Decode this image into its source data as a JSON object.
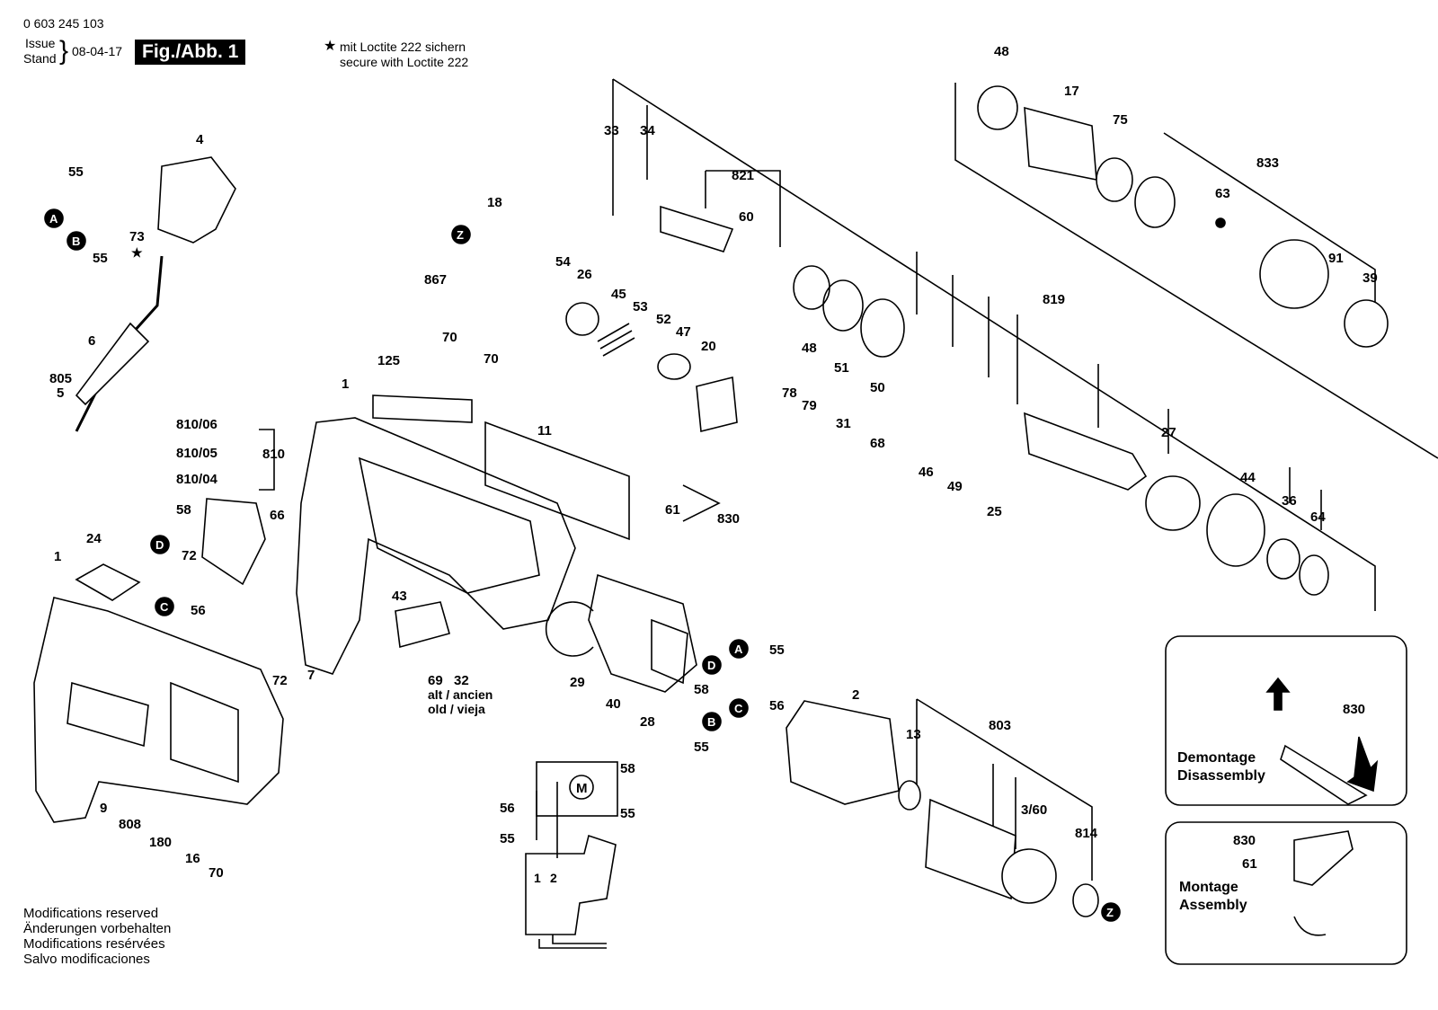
{
  "header": {
    "part_number": "0 603 245 103",
    "issue_label": "Issue",
    "stand_label": "Stand",
    "date": "08-04-17",
    "figure": "Fig./Abb. 1",
    "loctite_de": "mit Loctite 222 sichern",
    "loctite_en": "secure with Loctite 222"
  },
  "footer": {
    "lines": [
      "Modifications reserved",
      "Änderungen vorbehalten",
      "Modifications resérvées",
      "Salvo modificaciones"
    ]
  },
  "old_note": {
    "line1": "alt / ancien",
    "line2": "old / vieja"
  },
  "callouts": {
    "disassembly_1": "Demontage",
    "disassembly_2": "Disassembly",
    "assembly_1": "Montage",
    "assembly_2": "Assembly"
  },
  "markers": {
    "A": "A",
    "B": "B",
    "C": "C",
    "D": "D",
    "Z": "Z"
  },
  "part_labels": {
    "p1a": "1",
    "p1b": "1",
    "p2": "2",
    "p4": "4",
    "p5": "5",
    "p6": "6",
    "p7": "7",
    "p9": "9",
    "p11": "11",
    "p13": "13",
    "p16": "16",
    "p17": "17",
    "p18": "18",
    "p20": "20",
    "p24": "24",
    "p25": "25",
    "p26": "26",
    "p27": "27",
    "p28": "28",
    "p29": "29",
    "p31": "31",
    "p32": "32",
    "p33": "33",
    "p34": "34",
    "p36": "36",
    "p39": "39",
    "p40": "40",
    "p43": "43",
    "p44": "44",
    "p45": "45",
    "p46": "46",
    "p47": "47",
    "p48a": "48",
    "p48b": "48",
    "p49": "49",
    "p50": "50",
    "p51": "51",
    "p52": "52",
    "p53": "53",
    "p54": "54",
    "p55a": "55",
    "p55b": "55",
    "p55c": "55",
    "p55d": "55",
    "p55e": "55",
    "p55f": "55",
    "p56a": "56",
    "p56b": "56",
    "p56c": "56",
    "p58a": "58",
    "p58b": "58",
    "p58c": "58",
    "p60": "60",
    "p61a": "61",
    "p61b": "61",
    "p63": "63",
    "p64": "64",
    "p66": "66",
    "p68": "68",
    "p69": "69",
    "p70a": "70",
    "p70b": "70",
    "p70c": "70",
    "p72a": "72",
    "p72b": "72",
    "p73": "73",
    "p75": "75",
    "p78": "78",
    "p79": "79",
    "p91": "91",
    "p125": "125",
    "p180": "180",
    "p360": "3/60",
    "p803": "803",
    "p805": "805",
    "p808": "808",
    "p810": "810",
    "p81004": "810/04",
    "p81005": "810/05",
    "p81006": "810/06",
    "p814": "814",
    "p819": "819",
    "p821": "821",
    "p830a": "830",
    "p830b": "830",
    "p830c": "830",
    "p833": "833",
    "p867": "867",
    "wiring1": "1",
    "wiring2": "2",
    "motor": "M"
  }
}
